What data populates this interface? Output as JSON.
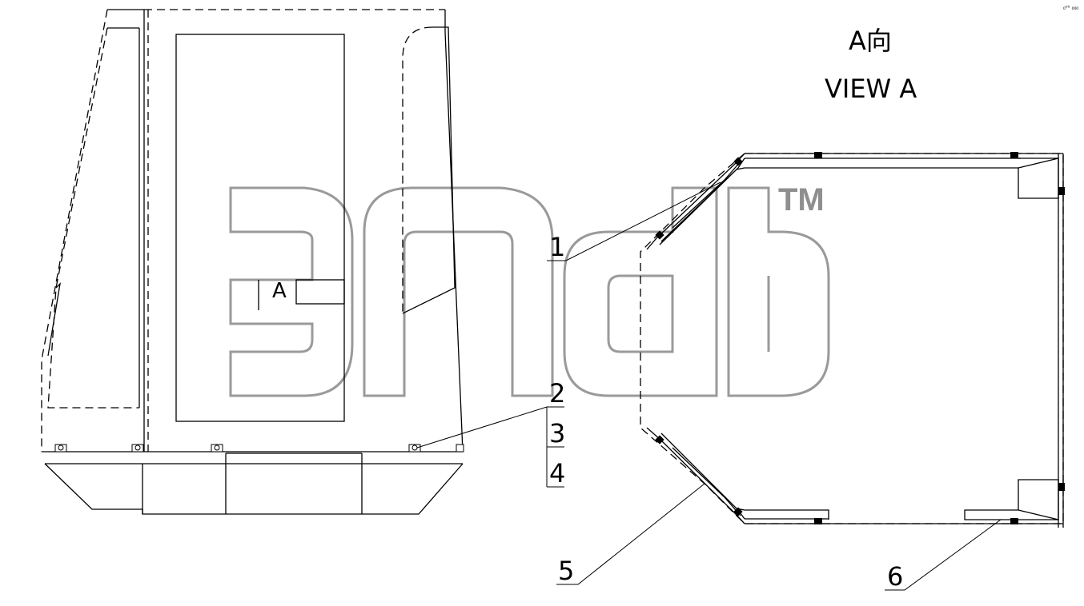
{
  "view": {
    "title_cn": "A向",
    "title_en": "VIEW A",
    "section_mark": "A"
  },
  "callouts": [
    {
      "id": "1",
      "label": "1"
    },
    {
      "id": "2",
      "label": "2"
    },
    {
      "id": "3",
      "label": "3"
    },
    {
      "id": "4",
      "label": "4"
    },
    {
      "id": "5",
      "label": "5"
    },
    {
      "id": "6",
      "label": "6"
    }
  ],
  "watermark": {
    "trademark": "TM"
  },
  "corner_code": "₀⁰⁰ ₀₀₀"
}
